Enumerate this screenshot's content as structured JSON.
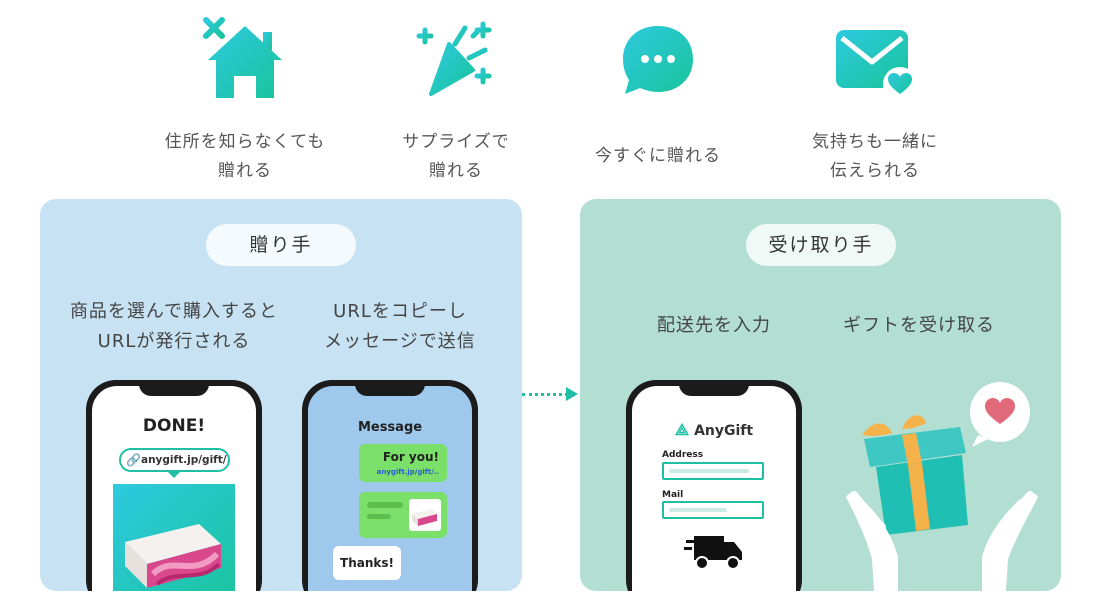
{
  "features": [
    {
      "icon": "house-icon",
      "line1": "住所を知らなくても",
      "line2": "贈れる"
    },
    {
      "icon": "party-popper-icon",
      "line1": "サプライズで",
      "line2": "贈れる"
    },
    {
      "icon": "chat-bubble-icon",
      "line1": "今すぐに贈れる",
      "line2": ""
    },
    {
      "icon": "mail-heart-icon",
      "line1": "気持ちも一緒に",
      "line2": "伝えられる"
    }
  ],
  "sender": {
    "label": "贈り手",
    "step1_line1": "商品を選んで購入すると",
    "step1_line2": "URLが発行される",
    "step2_line1": "URLをコピーし",
    "step2_line2": "メッセージで送信",
    "phone1": {
      "done": "DONE!",
      "link": "anygift.jp/gift/.."
    },
    "phone2": {
      "title": "Message",
      "bubble_title": "For you!",
      "bubble_link": "anygift.jp/gift/..",
      "reply": "Thanks!"
    }
  },
  "receiver": {
    "label": "受け取り手",
    "step1": "配送先を入力",
    "step2": "ギフトを受け取る",
    "phone": {
      "brand": "AnyGift",
      "address_label": "Address",
      "mail_label": "Mail"
    }
  },
  "colors": {
    "accent": "#1fbfa6",
    "sender_bg": "#c7e3f3",
    "receiver_bg": "#b2dfd2",
    "bubble_green": "#7ae06a"
  }
}
